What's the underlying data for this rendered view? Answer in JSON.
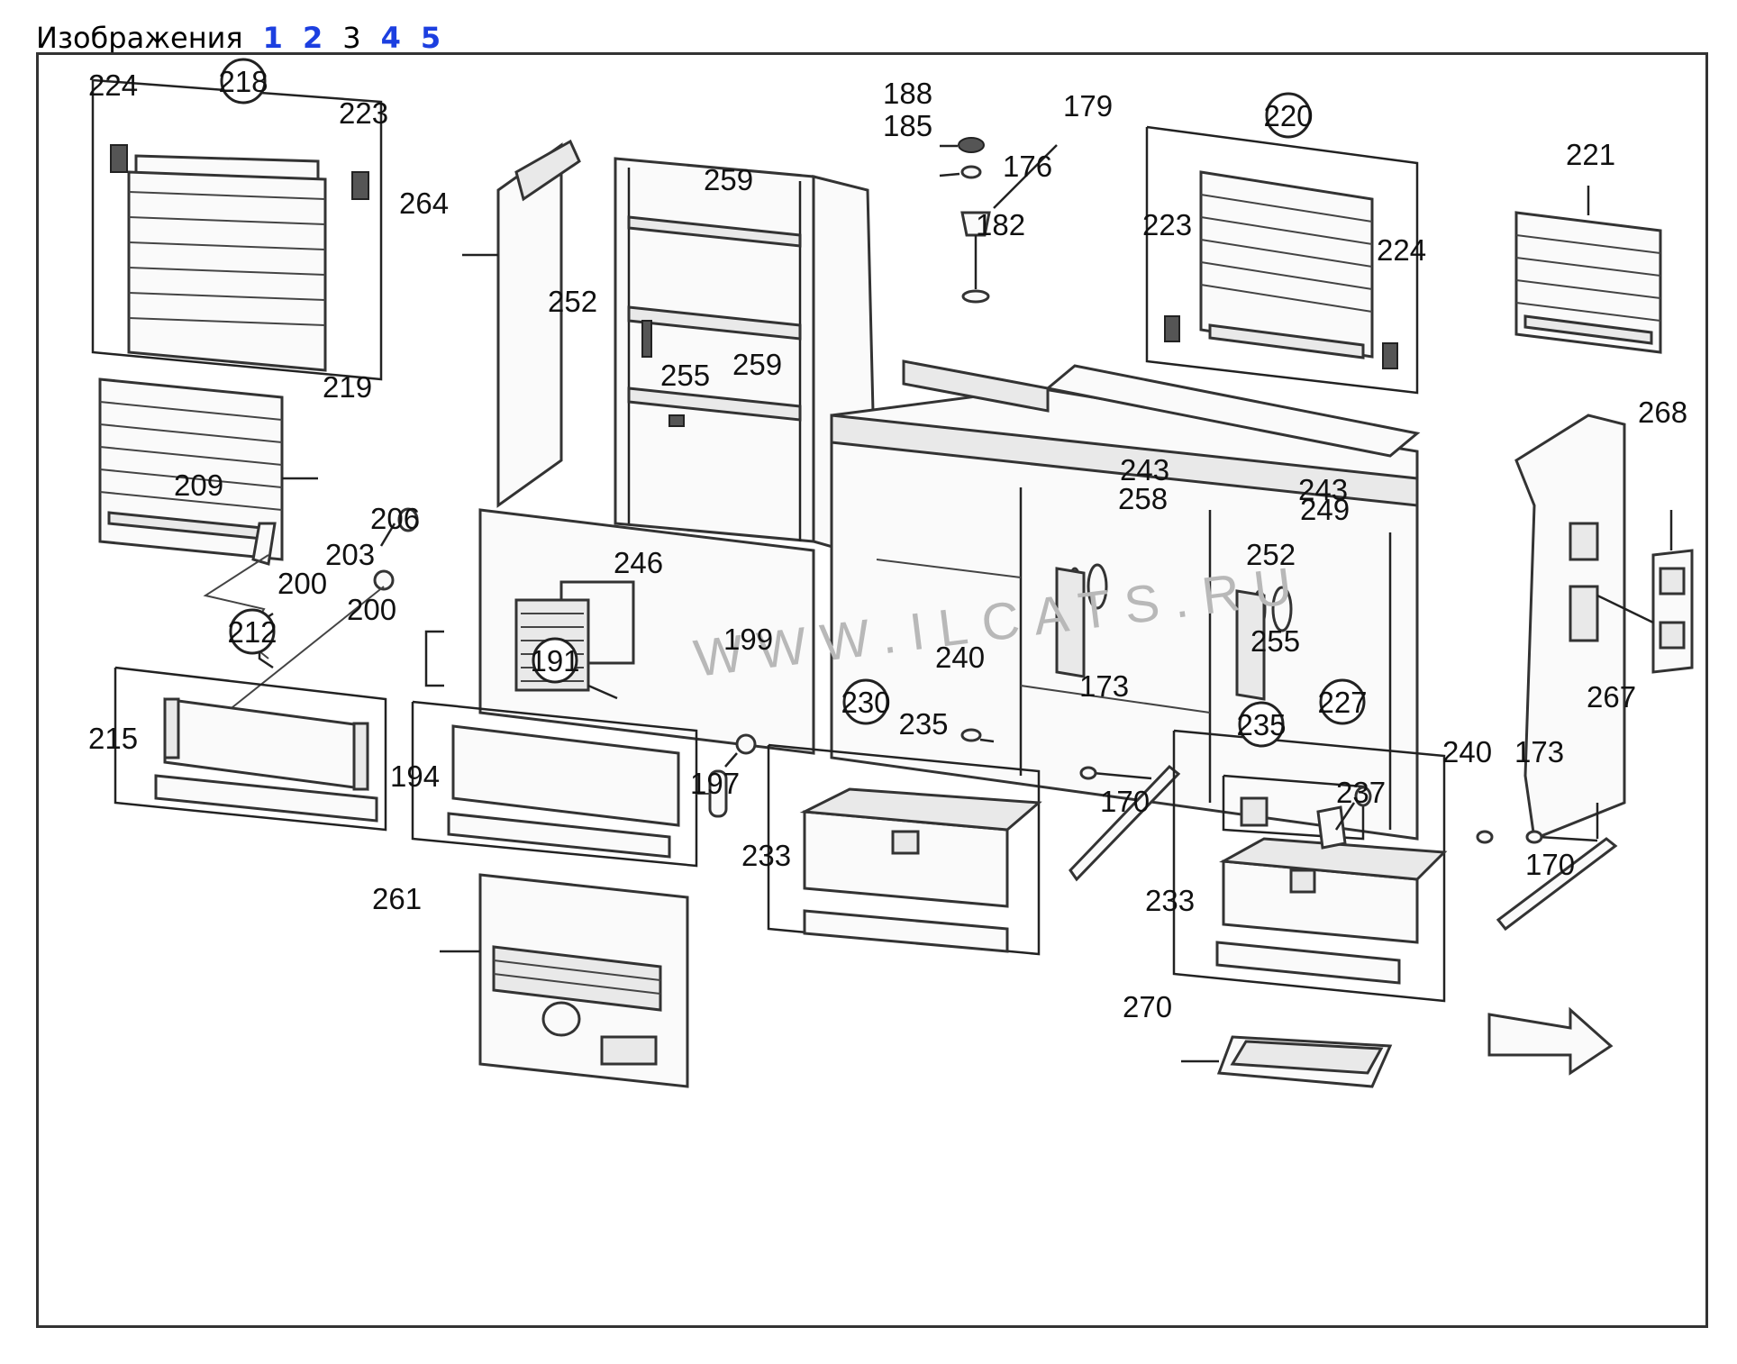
{
  "header": {
    "label": "Изображения",
    "pages": [
      {
        "text": "1",
        "link": true
      },
      {
        "text": "2",
        "link": true
      },
      {
        "text": "3",
        "link": false
      },
      {
        "text": "4",
        "link": true
      },
      {
        "text": "5",
        "link": true
      }
    ]
  },
  "diagram": {
    "watermark": "WWW.ILCATS.RU",
    "callouts": {
      "c218": "218",
      "c220": "220",
      "c212": "212",
      "c191": "191",
      "c230": "230",
      "c227": "227",
      "c235a": "235",
      "c235b": "235"
    },
    "labels": {
      "l224a": "224",
      "l223a": "223",
      "l264": "264",
      "l259a": "259",
      "l252a": "252",
      "l255a": "255",
      "l259b": "259",
      "l188": "188",
      "l185": "185",
      "l179": "179",
      "l176": "176",
      "l182": "182",
      "l223b": "223",
      "l224b": "224",
      "l221": "221",
      "l219": "219",
      "l209": "209",
      "l206": "206",
      "l203": "203",
      "l200a": "200",
      "l200b": "200",
      "l246": "246",
      "l243a": "243",
      "l258": "258",
      "l243b": "243",
      "l249": "249",
      "l252b": "252",
      "l255b": "255",
      "l268": "268",
      "l267": "267",
      "l199": "199",
      "l197": "197",
      "l240a": "240",
      "l173a": "173",
      "l170a": "170",
      "l215": "215",
      "l194": "194",
      "l233a": "233",
      "l240b": "240",
      "l173b": "173",
      "l237": "237",
      "l170b": "170",
      "l233b": "233",
      "l261": "261",
      "l270": "270"
    }
  }
}
